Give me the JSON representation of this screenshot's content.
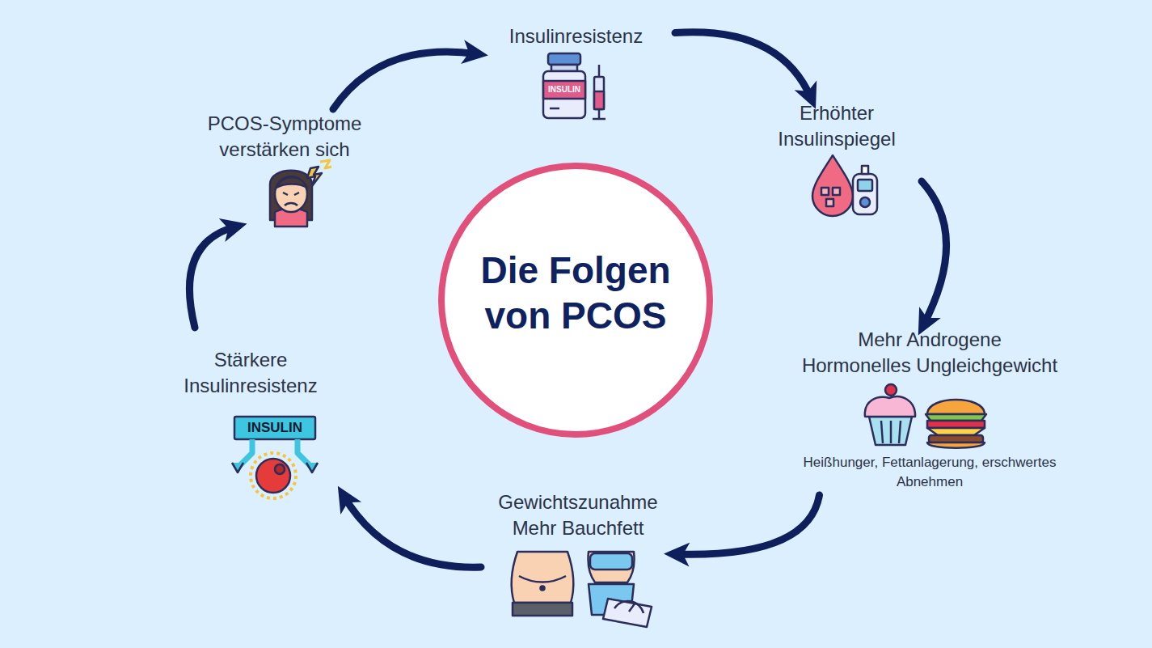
{
  "diagram": {
    "title": "Die Folgen von PCOS",
    "nodes": [
      {
        "text": [
          "Insulinresistenz"
        ]
      },
      {
        "text": [
          "Erhöhter Insulinspiegel"
        ]
      },
      {
        "text": [
          "Mehr Androgene",
          "Hormonelles Ungleichgewicht",
          "Heißhunger, Fettanlagerung, erschwertes Abnehmen"
        ]
      },
      {
        "text": [
          "Gewichtszunahme",
          "Mehr Bauchfett"
        ]
      },
      {
        "text": [
          "Stärkere Insulinresistenz"
        ]
      },
      {
        "text": [
          "PCOS-Symptome verstärken sich"
        ]
      }
    ],
    "edges": [
      {
        "from": 0,
        "to": 1,
        "arrow": "to"
      },
      {
        "from": 1,
        "to": 2,
        "arrow": "to"
      },
      {
        "from": 2,
        "to": 3,
        "arrow": "to"
      },
      {
        "from": 3,
        "to": 4,
        "arrow": "to"
      },
      {
        "from": 4,
        "to": 5,
        "arrow": "to"
      },
      {
        "from": 5,
        "to": 0,
        "arrow": "to"
      }
    ],
    "labels": [
      "INSULIN",
      "INSULIN"
    ]
  }
}
